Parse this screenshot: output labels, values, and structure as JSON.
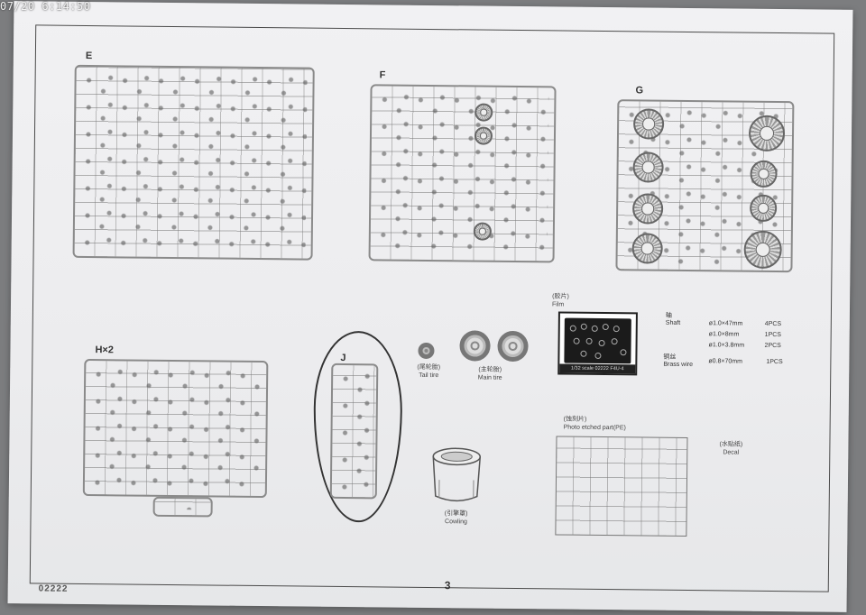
{
  "timestamp": "07/20 6:14:50",
  "sprues": {
    "e": "E",
    "f": "F",
    "g": "G",
    "h": "H×2",
    "j": "J"
  },
  "film": {
    "label_cn": "(胶片)",
    "label": "Film",
    "caption": "1/32 scale  02222  F4U-4"
  },
  "shaft": {
    "label_cn": "轴",
    "label": "Shaft",
    "rows": [
      {
        "spec": "ø1.0×47mm",
        "qty": "4PCS"
      },
      {
        "spec": "ø1.0×8mm",
        "qty": "1PCS"
      },
      {
        "spec": "ø1.0×3.8mm",
        "qty": "2PCS"
      }
    ]
  },
  "brass": {
    "label_cn": "铜丝",
    "label": "Brass wire",
    "spec": "ø0.8×70mm",
    "qty": "1PCS"
  },
  "tail_tire": {
    "label_cn": "(尾轮胎)",
    "label": "Tail tire"
  },
  "main_tire": {
    "label_cn": "(主轮胎)",
    "label": "Main tire"
  },
  "pe": {
    "label_cn": "(蚀刻片)",
    "label": "Photo etched part(PE)"
  },
  "decal": {
    "label_cn": "(水贴纸)",
    "label": "Decal"
  },
  "cowling": {
    "label_cn": "(引擎罩)",
    "label": "Cowling"
  },
  "footer": {
    "code": "02222",
    "page": "3"
  }
}
